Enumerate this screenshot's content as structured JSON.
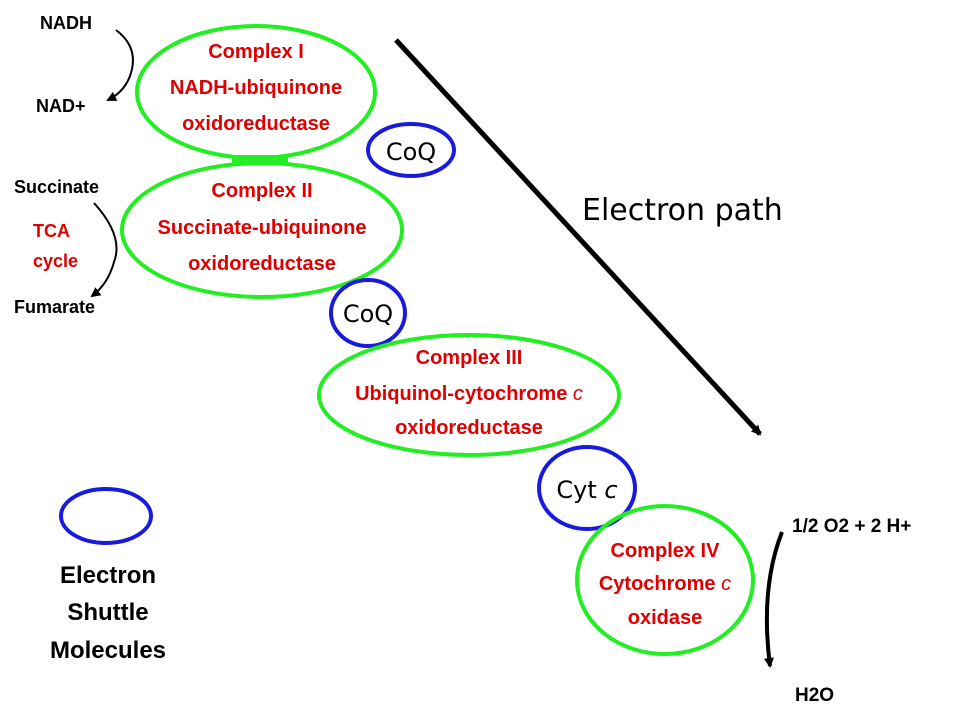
{
  "colors": {
    "complex_ring": "#22ee22",
    "shuttle_ring": "#1a1adc",
    "complex_text": "#e00000",
    "text": "#000000",
    "background": "#ffffff"
  },
  "inputs": {
    "nadh": "NADH",
    "nad_plus": "NAD+",
    "succinate": "Succinate",
    "tca_line1": "TCA",
    "tca_line2": "cycle",
    "fumarate": "Fumarate",
    "oxygen": "1/2 O2 + 2 H+",
    "water": "H2O"
  },
  "electron_path_label": "Electron path",
  "complexes": [
    {
      "name": "Complex I",
      "line2": "NADH-ubiquinone",
      "line3": "oxidoreductase"
    },
    {
      "name": "Complex II",
      "line2": "Succinate-ubiquinone",
      "line3": "oxidoreductase"
    },
    {
      "name": "Complex III",
      "line2": "Ubiquinol-cytochrome",
      "line2_suffix": "c",
      "line3": "oxidoreductase"
    },
    {
      "name": "Complex IV",
      "line2": "Cytochrome",
      "line2_suffix": "c",
      "line3": "oxidase"
    }
  ],
  "shuttles": [
    {
      "label": "CoQ"
    },
    {
      "label": "CoQ"
    },
    {
      "label": "Cyt",
      "suffix": "c"
    }
  ],
  "legend": {
    "line1": "Electron",
    "line2": "Shuttle",
    "line3": "Molecules"
  }
}
